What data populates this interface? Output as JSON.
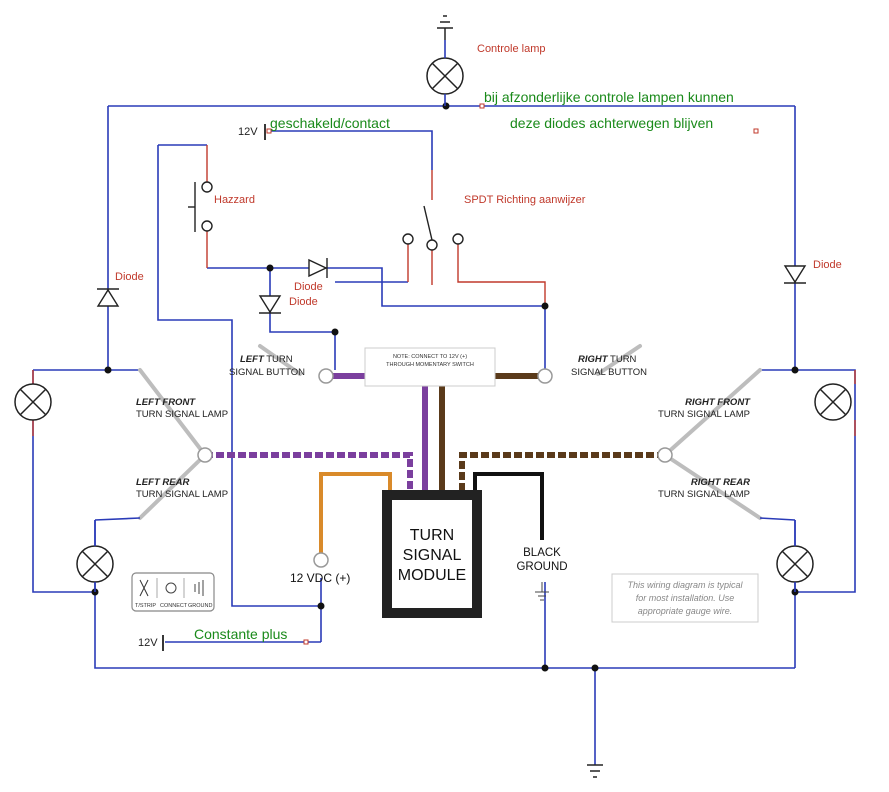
{
  "labels": {
    "controle_lamp": "Controle lamp",
    "bij_line1": "bij afzonderlijke controle lampen kunnen",
    "bij_line2": "deze diodes achterwegen blijven",
    "v12_top": "12V",
    "geschakeld": "geschakeld/contact",
    "hazzard": "Hazzard",
    "spdt": "SPDT Richting aanwijzer",
    "diode_left": "Diode",
    "diode_center1": "Diode",
    "diode_center2": "Diode",
    "diode_right": "Diode",
    "left_turn_bold": "LEFT",
    "left_turn_rest": " TURN",
    "left_signal_button": "SIGNAL BUTTON",
    "right_turn_bold": "RIGHT",
    "right_turn_rest": " TURN",
    "right_signal_button": "SIGNAL BUTTON",
    "note_line1": "NOTE: CONNECT TO 12V (+)",
    "note_line2": "THROUGH MOMENTARY SWITCH",
    "left_front_bold": "LEFT FRONT",
    "left_front_rest": "TURN SIGNAL LAMP",
    "left_rear_bold": "LEFT REAR",
    "left_rear_rest": "TURN SIGNAL LAMP",
    "right_front_bold": "RIGHT FRONT",
    "right_front_rest": "TURN SIGNAL LAMP",
    "right_rear_bold": "RIGHT REAR",
    "right_rear_rest": "TURN SIGNAL LAMP",
    "module_line1": "TURN",
    "module_line2": "SIGNAL",
    "module_line3": "MODULE",
    "black_ground1": "BLACK",
    "black_ground2": "GROUND",
    "vdc": "12 VDC (+)",
    "v12_bottom": "12V",
    "constante": "Constante plus",
    "legend_1": "T/STRIP",
    "legend_2": "CONNECT",
    "legend_3": "GROUND",
    "typical1": "This wiring diagram is typical",
    "typical2": "for most installation. Use",
    "typical3": "appropriate gauge wire."
  },
  "colors": {
    "wire": "#2a3bb8",
    "red_wire": "#c0392b",
    "purple": "#7b3f9e",
    "brown": "#5a3a1a",
    "orange": "#d98a2a",
    "gray": "#b8b8b8",
    "red_text": "#c0392b",
    "green_text": "#1a8a1a"
  }
}
